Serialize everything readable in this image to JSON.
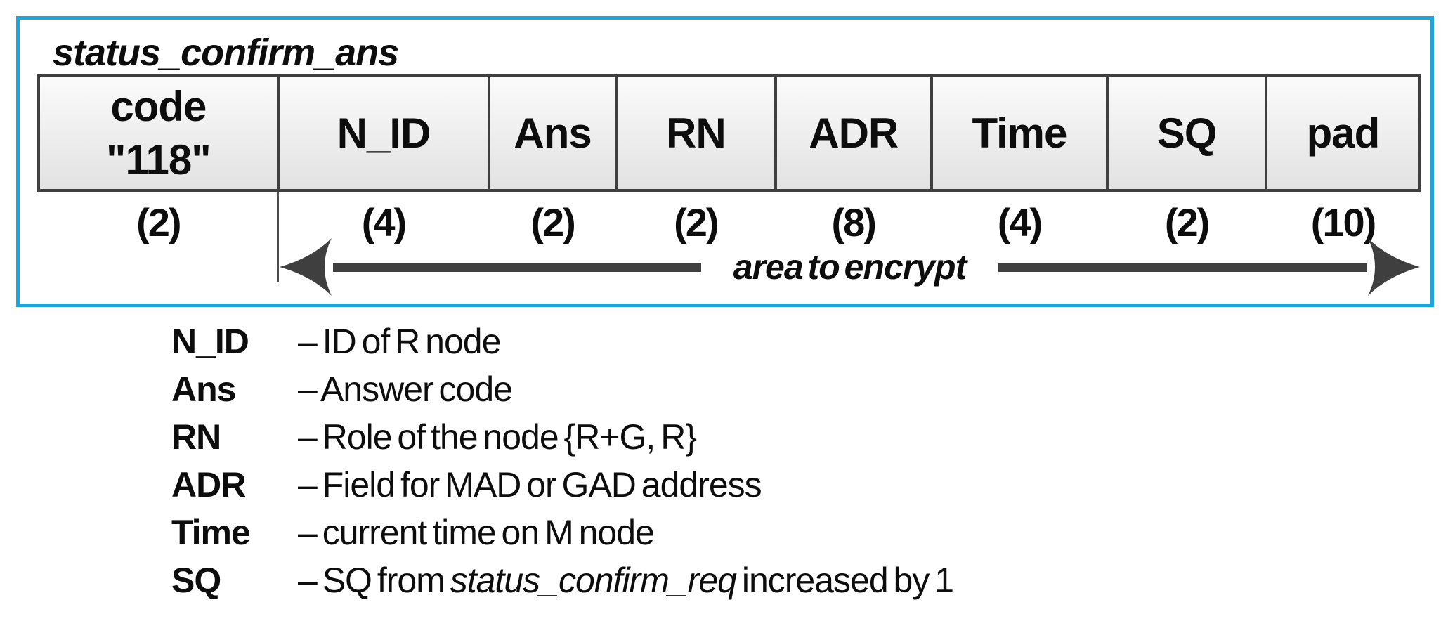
{
  "figure": {
    "title": "status_confirm_ans",
    "frame_color": "#1ba6e2",
    "line_color": "#3f3f3f",
    "fields": [
      {
        "label": "code",
        "sublabel": "\"118\"",
        "size": "(2)"
      },
      {
        "label": "N_ID",
        "size": "(4)"
      },
      {
        "label": "Ans",
        "size": "(2)"
      },
      {
        "label": "RN",
        "size": "(2)"
      },
      {
        "label": "ADR",
        "size": "(8)"
      },
      {
        "label": "Time",
        "size": "(4)"
      },
      {
        "label": "SQ",
        "size": "(2)"
      },
      {
        "label": "pad",
        "size": "(10)"
      }
    ],
    "arrow_label": "area to encrypt"
  },
  "legend": {
    "items": [
      {
        "term": "N_ID",
        "desc": "– ID of R node"
      },
      {
        "term": "Ans",
        "desc": "– Answer code"
      },
      {
        "term": "RN",
        "desc": "– Role of the node {R+G, R}"
      },
      {
        "term": "ADR",
        "desc": "– Field for MAD or GAD address"
      },
      {
        "term": "Time",
        "desc": "– current time on M node"
      },
      {
        "term": "SQ",
        "desc_pre": "– SQ from ",
        "desc_italic": "status_confirm_req",
        "desc_post": " increased by 1"
      }
    ]
  }
}
